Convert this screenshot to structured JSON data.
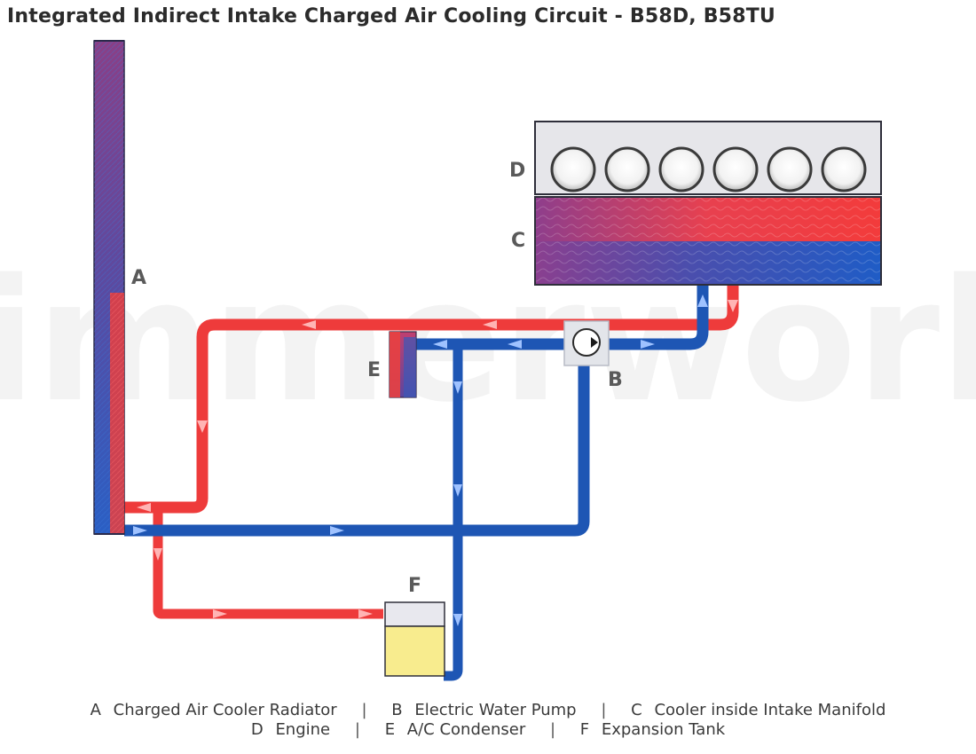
{
  "title": "Integrated Indirect Intake Charged Air Cooling Circuit - B58D, B58TU",
  "watermark": "bimmerworld",
  "labels": {
    "A": "A",
    "B": "B",
    "C": "C",
    "D": "D",
    "E": "E",
    "F": "F"
  },
  "colors": {
    "hot": "#ee3b3b",
    "cold": "#1e56b4",
    "engine_block": "#e6e6ea",
    "tank_fluid": "#f8ec8e",
    "tank_cap": "#e8e8ee"
  },
  "legend": {
    "row1": [
      {
        "key": "A",
        "text": "Charged Air Cooler Radiator"
      },
      {
        "key": "B",
        "text": "Electric Water Pump"
      },
      {
        "key": "C",
        "text": "Cooler inside Intake Manifold"
      }
    ],
    "row2": [
      {
        "key": "D",
        "text": "Engine"
      },
      {
        "key": "E",
        "text": "A/C Condenser"
      },
      {
        "key": "F",
        "text": "Expansion Tank"
      }
    ],
    "separator": "|"
  }
}
